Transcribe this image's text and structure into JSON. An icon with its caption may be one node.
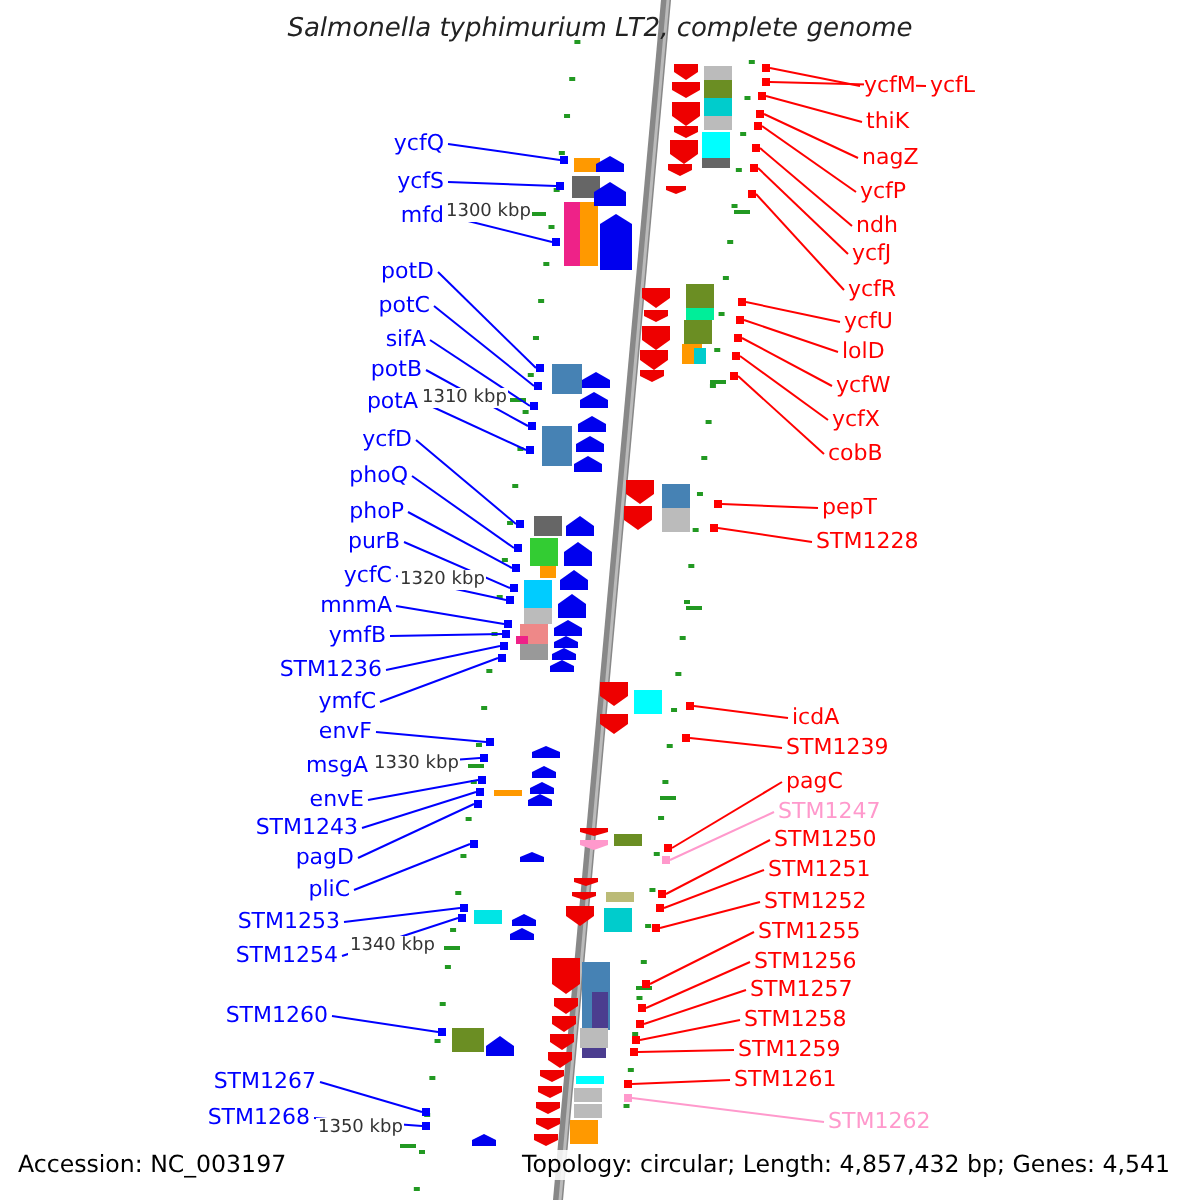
{
  "diagram": {
    "title": "Salmonella typhimurium LT2, complete genome",
    "nodes": [
      {
        "text": [
          "ycfQ"
        ]
      },
      {
        "text": [
          "ycfS"
        ]
      },
      {
        "text": [
          "mfd"
        ]
      },
      {
        "text": [
          "potD"
        ]
      },
      {
        "text": [
          "potC"
        ]
      },
      {
        "text": [
          "sifA"
        ]
      },
      {
        "text": [
          "potB"
        ]
      },
      {
        "text": [
          "potA"
        ]
      },
      {
        "text": [
          "ycfD"
        ]
      },
      {
        "text": [
          "phoQ"
        ]
      },
      {
        "text": [
          "phoP"
        ]
      },
      {
        "text": [
          "purB"
        ]
      },
      {
        "text": [
          "ycfC"
        ]
      },
      {
        "text": [
          "mnmA"
        ]
      },
      {
        "text": [
          "ymfB"
        ]
      },
      {
        "text": [
          "STM1236"
        ]
      },
      {
        "text": [
          "ymfC"
        ]
      },
      {
        "text": [
          "envF"
        ]
      },
      {
        "text": [
          "msgA"
        ]
      },
      {
        "text": [
          "envE"
        ]
      },
      {
        "text": [
          "STM1243"
        ]
      },
      {
        "text": [
          "pagD"
        ]
      },
      {
        "text": [
          "pliC"
        ]
      },
      {
        "text": [
          "STM1253"
        ]
      },
      {
        "text": [
          "STM1254"
        ]
      },
      {
        "text": [
          "STM1260"
        ]
      },
      {
        "text": [
          "STM1267"
        ]
      },
      {
        "text": [
          "STM1268"
        ]
      },
      {
        "text": [
          "ycfM"
        ]
      },
      {
        "text": [
          "ycfL"
        ]
      },
      {
        "text": [
          "thiK"
        ]
      },
      {
        "text": [
          "nagZ"
        ]
      },
      {
        "text": [
          "ycfP"
        ]
      },
      {
        "text": [
          "ndh"
        ]
      },
      {
        "text": [
          "ycfJ"
        ]
      },
      {
        "text": [
          "ycfR"
        ]
      },
      {
        "text": [
          "ycfU"
        ]
      },
      {
        "text": [
          "lolD"
        ]
      },
      {
        "text": [
          "ycfW"
        ]
      },
      {
        "text": [
          "ycfX"
        ]
      },
      {
        "text": [
          "cobB"
        ]
      },
      {
        "text": [
          "pepT"
        ]
      },
      {
        "text": [
          "STM1228"
        ]
      },
      {
        "text": [
          "icdA"
        ]
      },
      {
        "text": [
          "STM1239"
        ]
      },
      {
        "text": [
          "pagC"
        ]
      },
      {
        "text": [
          "STM1247"
        ]
      },
      {
        "text": [
          "STM1250"
        ]
      },
      {
        "text": [
          "STM1251"
        ]
      },
      {
        "text": [
          "STM1252"
        ]
      },
      {
        "text": [
          "STM1255"
        ]
      },
      {
        "text": [
          "STM1256"
        ]
      },
      {
        "text": [
          "STM1257"
        ]
      },
      {
        "text": [
          "STM1258"
        ]
      },
      {
        "text": [
          "STM1259"
        ]
      },
      {
        "text": [
          "STM1261"
        ]
      },
      {
        "text": [
          "STM1262"
        ]
      },
      {
        "text": [],
        "shape": "bar"
      },
      {
        "text": [],
        "shape": "bar"
      },
      {
        "text": [],
        "shape": "bar"
      },
      {
        "text": [],
        "shape": "bar"
      },
      {
        "text": [],
        "shape": "bar"
      },
      {
        "text": [],
        "shape": "bar"
      },
      {
        "text": [],
        "shape": "bar"
      },
      {
        "text": [],
        "shape": "bar"
      },
      {
        "text": [],
        "shape": "bar"
      },
      {
        "text": [],
        "shape": "bar"
      },
      {
        "text": [],
        "shape": "bar"
      },
      {
        "text": [],
        "shape": "bar"
      },
      {
        "text": [],
        "shape": "bar"
      },
      {
        "text": [],
        "shape": "bar"
      },
      {
        "text": [],
        "shape": "bar"
      },
      {
        "text": [],
        "shape": "bar"
      },
      {
        "text": [],
        "shape": "bar"
      },
      {
        "text": [],
        "shape": "bar"
      },
      {
        "text": [],
        "shape": "bar"
      },
      {
        "text": [],
        "shape": "bar"
      },
      {
        "text": [],
        "shape": "bar"
      },
      {
        "text": [],
        "shape": "bar"
      },
      {
        "text": [],
        "shape": "bar"
      },
      {
        "text": [],
        "shape": "bar"
      },
      {
        "text": [],
        "shape": "bar"
      },
      {
        "text": [],
        "shape": "bar"
      },
      {
        "text": [],
        "shape": "bar"
      },
      {
        "text": [],
        "shape": "bar"
      },
      {
        "text": [],
        "shape": "bar"
      },
      {
        "text": [],
        "shape": "bar"
      },
      {
        "text": [],
        "shape": "bar"
      },
      {
        "text": [],
        "shape": "bar"
      },
      {
        "text": [],
        "shape": "bar"
      },
      {
        "text": [],
        "shape": "bar"
      },
      {
        "text": [],
        "shape": "bar"
      },
      {
        "text": [],
        "shape": "bar"
      },
      {
        "text": [],
        "shape": "bar"
      },
      {
        "text": [],
        "shape": "bar"
      },
      {
        "text": [],
        "shape": "bar"
      },
      {
        "text": [],
        "shape": "bar"
      },
      {
        "text": [],
        "shape": "bar"
      },
      {
        "text": [],
        "shape": "bar"
      },
      {
        "text": [],
        "shape": "bar"
      },
      {
        "text": [],
        "shape": "bar"
      },
      {
        "text": [],
        "shape": "bar"
      },
      {
        "text": [],
        "shape": "bar"
      },
      {
        "text": [],
        "shape": "bar"
      },
      {
        "text": [],
        "shape": "bar"
      },
      {
        "text": [],
        "shape": "bar"
      },
      {
        "text": [],
        "shape": "bar"
      },
      {
        "text": [],
        "shape": "bar"
      },
      {
        "text": [],
        "shape": "bar"
      },
      {
        "text": [],
        "shape": "bar"
      },
      {
        "text": [],
        "shape": "bar"
      },
      {
        "text": [],
        "shape": "bar"
      },
      {
        "text": [],
        "shape": "bar"
      },
      {
        "text": [],
        "shape": "bar"
      }
    ],
    "edges": [
      {
        "from": 0,
        "to": 57,
        "arrow": "none",
        "color": "#0000ff"
      },
      {
        "from": 1,
        "to": 58,
        "arrow": "none",
        "color": "#0000ff"
      },
      {
        "from": 2,
        "to": 59,
        "arrow": "none",
        "color": "#0000ff"
      },
      {
        "from": 3,
        "to": 60,
        "arrow": "none",
        "color": "#0000ff"
      },
      {
        "from": 4,
        "to": 61,
        "arrow": "none",
        "color": "#0000ff"
      },
      {
        "from": 5,
        "to": 62,
        "arrow": "none",
        "color": "#0000ff"
      },
      {
        "from": 6,
        "to": 63,
        "arrow": "none",
        "color": "#0000ff"
      },
      {
        "from": 7,
        "to": 64,
        "arrow": "none",
        "color": "#0000ff"
      },
      {
        "from": 8,
        "to": 65,
        "arrow": "none",
        "color": "#0000ff"
      },
      {
        "from": 9,
        "to": 66,
        "arrow": "none",
        "color": "#0000ff"
      },
      {
        "from": 10,
        "to": 67,
        "arrow": "none",
        "color": "#0000ff"
      },
      {
        "from": 11,
        "to": 68,
        "arrow": "none",
        "color": "#0000ff"
      },
      {
        "from": 12,
        "to": 69,
        "arrow": "none",
        "color": "#0000ff"
      },
      {
        "from": 13,
        "to": 70,
        "arrow": "none",
        "color": "#0000ff"
      },
      {
        "from": 14,
        "to": 71,
        "arrow": "none",
        "color": "#0000ff"
      },
      {
        "from": 15,
        "to": 72,
        "arrow": "none",
        "color": "#0000ff"
      },
      {
        "from": 16,
        "to": 73,
        "arrow": "none",
        "color": "#0000ff"
      },
      {
        "from": 17,
        "to": 74,
        "arrow": "none",
        "color": "#0000ff"
      },
      {
        "from": 18,
        "to": 75,
        "arrow": "none",
        "color": "#0000ff"
      },
      {
        "from": 19,
        "to": 76,
        "arrow": "none",
        "color": "#0000ff"
      },
      {
        "from": 20,
        "to": 77,
        "arrow": "none",
        "color": "#0000ff"
      },
      {
        "from": 21,
        "to": 78,
        "arrow": "none",
        "color": "#0000ff"
      },
      {
        "from": 22,
        "to": 79,
        "arrow": "none",
        "color": "#0000ff"
      },
      {
        "from": 23,
        "to": 80,
        "arrow": "none",
        "color": "#0000ff"
      },
      {
        "from": 24,
        "to": 81,
        "arrow": "none",
        "color": "#0000ff"
      },
      {
        "from": 25,
        "to": 82,
        "arrow": "none",
        "color": "#0000ff"
      },
      {
        "from": 26,
        "to": 83,
        "arrow": "none",
        "color": "#0000ff"
      },
      {
        "from": 27,
        "to": 84,
        "arrow": "none",
        "color": "#0000ff"
      },
      {
        "from": 28,
        "to": 85,
        "arrow": "none",
        "color": "#ff0000"
      },
      {
        "from": 29,
        "to": 86,
        "arrow": "none",
        "color": "#ff0000"
      },
      {
        "from": 30,
        "to": 87,
        "arrow": "none",
        "color": "#ff0000"
      },
      {
        "from": 31,
        "to": 88,
        "arrow": "none",
        "color": "#ff0000"
      },
      {
        "from": 32,
        "to": 89,
        "arrow": "none",
        "color": "#ff0000"
      },
      {
        "from": 33,
        "to": 90,
        "arrow": "none",
        "color": "#ff0000"
      },
      {
        "from": 34,
        "to": 91,
        "arrow": "none",
        "color": "#ff0000"
      },
      {
        "from": 35,
        "to": 92,
        "arrow": "none",
        "color": "#ff0000"
      },
      {
        "from": 36,
        "to": 93,
        "arrow": "none",
        "color": "#ff0000"
      },
      {
        "from": 37,
        "to": 94,
        "arrow": "none",
        "color": "#ff0000"
      },
      {
        "from": 38,
        "to": 95,
        "arrow": "none",
        "color": "#ff0000"
      },
      {
        "from": 39,
        "to": 96,
        "arrow": "none",
        "color": "#ff0000"
      },
      {
        "from": 40,
        "to": 97,
        "arrow": "none",
        "color": "#ff0000"
      },
      {
        "from": 41,
        "to": 98,
        "arrow": "none",
        "color": "#ff0000"
      },
      {
        "from": 42,
        "to": 99,
        "arrow": "none",
        "color": "#ff0000"
      },
      {
        "from": 43,
        "to": 100,
        "arrow": "none",
        "color": "#ff0000"
      },
      {
        "from": 44,
        "to": 101,
        "arrow": "none",
        "color": "#ff0000"
      },
      {
        "from": 45,
        "to": 102,
        "arrow": "none",
        "color": "#ff0000"
      },
      {
        "from": 46,
        "to": 103,
        "arrow": "none",
        "color": "#ff99cc"
      },
      {
        "from": 47,
        "to": 104,
        "arrow": "none",
        "color": "#ff0000"
      },
      {
        "from": 48,
        "to": 105,
        "arrow": "none",
        "color": "#ff0000"
      },
      {
        "from": 49,
        "to": 106,
        "arrow": "none",
        "color": "#ff0000"
      },
      {
        "from": 50,
        "to": 107,
        "arrow": "none",
        "color": "#ff0000"
      },
      {
        "from": 51,
        "to": 108,
        "arrow": "none",
        "color": "#ff0000"
      },
      {
        "from": 52,
        "to": 109,
        "arrow": "none",
        "color": "#ff0000"
      },
      {
        "from": 53,
        "to": 110,
        "arrow": "none",
        "color": "#ff0000"
      },
      {
        "from": 54,
        "to": 111,
        "arrow": "none",
        "color": "#ff0000"
      },
      {
        "from": 55,
        "to": 112,
        "arrow": "none",
        "color": "#ff0000"
      },
      {
        "from": 56,
        "to": 113,
        "arrow": "none",
        "color": "#ff99cc"
      }
    ],
    "labels": [
      "1300 kbp",
      "1310 kbp",
      "1320 kbp",
      "1330 kbp",
      "1340 kbp",
      "1350 kbp",
      "Accession: NC_003197",
      "Topology: circular; Length: 4,857,432 bp; Genes: 4,541"
    ]
  }
}
